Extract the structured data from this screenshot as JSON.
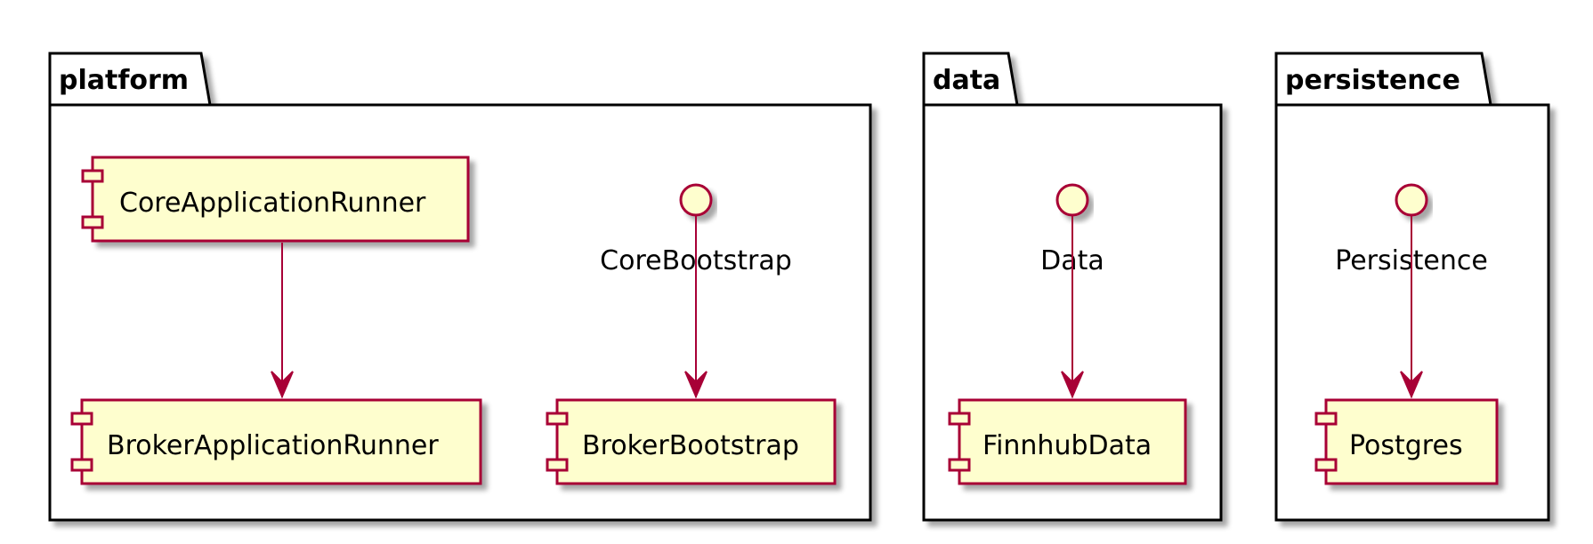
{
  "colors": {
    "component_fill": "#FEFECE",
    "component_border": "#A80036",
    "arrow": "#A80036",
    "package_border": "#000000",
    "shadow": "#C0C0C0"
  },
  "packages": [
    {
      "name": "platform",
      "components": [
        "CoreApplicationRunner",
        "BrokerApplicationRunner",
        "BrokerBootstrap"
      ],
      "interfaces": [
        "CoreBootstrap"
      ]
    },
    {
      "name": "data",
      "components": [
        "FinnhubData"
      ],
      "interfaces": [
        "Data"
      ]
    },
    {
      "name": "persistence",
      "components": [
        "Postgres"
      ],
      "interfaces": [
        "Persistence"
      ]
    }
  ],
  "relations": [
    {
      "from": "CoreApplicationRunner",
      "to": "BrokerApplicationRunner"
    },
    {
      "from": "CoreBootstrap",
      "to": "BrokerBootstrap"
    },
    {
      "from": "Data",
      "to": "FinnhubData"
    },
    {
      "from": "Persistence",
      "to": "Postgres"
    }
  ]
}
